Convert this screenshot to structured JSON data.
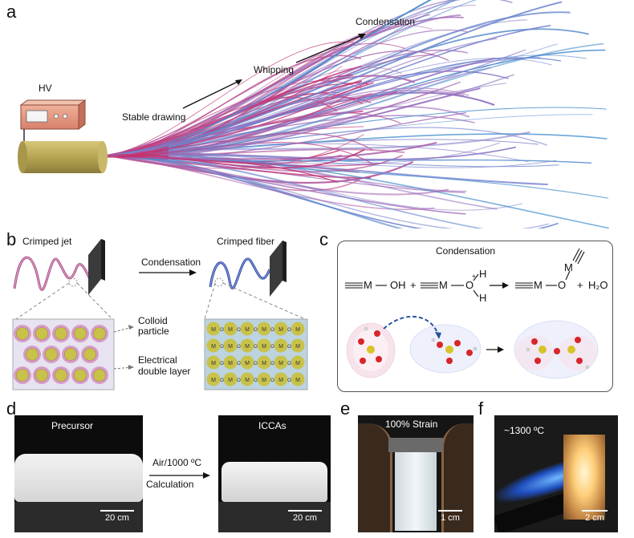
{
  "panels": {
    "a": {
      "letter": "a",
      "hv_label": "HV",
      "stage_stable": "Stable drawing",
      "stage_whipping": "Whipping",
      "stage_condensation": "Condensation"
    },
    "b": {
      "letter": "b",
      "jet_label": "Crimped jet",
      "fiber_label": "Crimped fiber",
      "arrow_label": "Condensation",
      "colloid_label_1": "Colloid",
      "colloid_label_2": "particle",
      "edl_label_1": "Electrical",
      "edl_label_2": "double layer",
      "metal_symbol": "M",
      "oxygen_symbol": "O"
    },
    "c": {
      "letter": "c",
      "title": "Condensation",
      "eq_m1": "M",
      "eq_oh": "OH",
      "eq_plus1": "+",
      "eq_m2": "M",
      "eq_o": "O",
      "eq_h1": "H",
      "eq_h2": "H",
      "eq_plus_sup": "+",
      "eq_m3": "M",
      "eq_o2": "O",
      "eq_m_top": "M",
      "eq_plus2": "+",
      "eq_water": "H₂O"
    },
    "d": {
      "letter": "d",
      "precursor_label": "Precursor",
      "product_label": "ICCAs",
      "arrow_top": "Air/1000 ºC",
      "arrow_bottom": "Calculation",
      "scale_left": "20 cm",
      "scale_right": "20 cm"
    },
    "e": {
      "letter": "e",
      "strain_label": "100% Strain",
      "scale": "1 cm"
    },
    "f": {
      "letter": "f",
      "temp_label": "~1300 ºC",
      "scale": "2 cm"
    }
  },
  "colors": {
    "fiber_start": "#c8326e",
    "fiber_mid": "#9a79c2",
    "fiber_end": "#3a8fcc",
    "hv_box": "#e0937a",
    "nozzle": "#b7a552",
    "particle_core": "#c9c24a",
    "particle_shell": "#d69ac9",
    "grid_bg": "#bcd3e0"
  }
}
